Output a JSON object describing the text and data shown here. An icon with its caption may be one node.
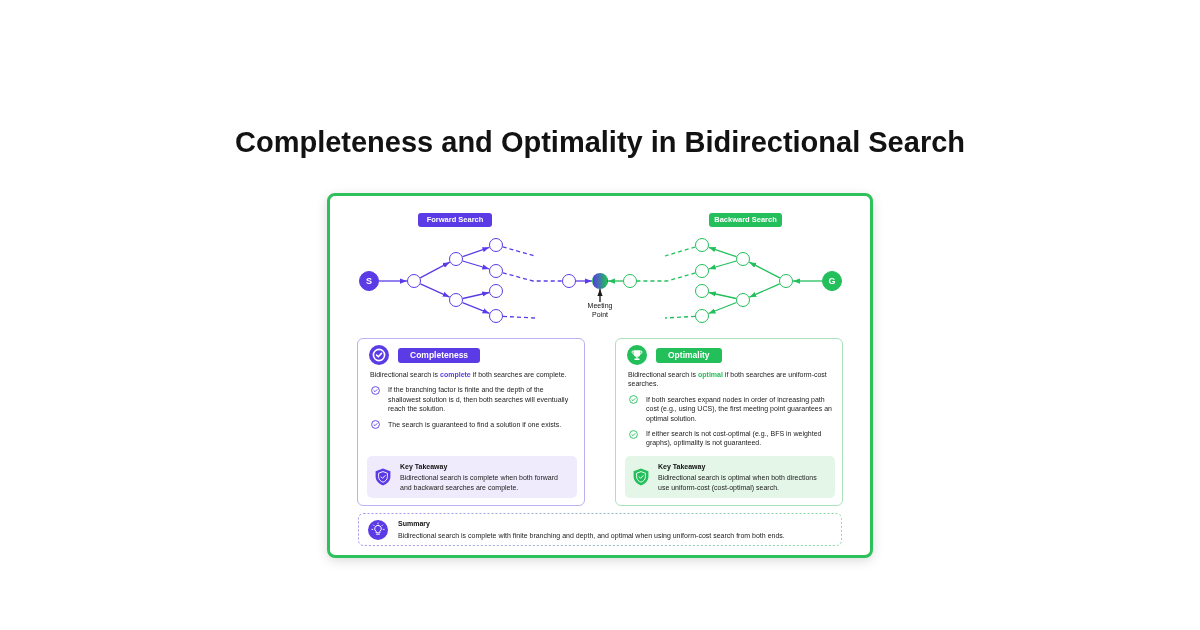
{
  "diagram": {
    "title": "Completeness and Optimality in Bidirectional Search",
    "nodes": [
      {
        "text": [
          "Forward Search"
        ]
      },
      {
        "text": [
          "Backward Search"
        ]
      },
      {
        "text": [
          "S"
        ]
      },
      {
        "text": [],
        "shape": "circle"
      },
      {
        "text": [],
        "shape": "circle"
      },
      {
        "text": [],
        "shape": "circle"
      },
      {
        "text": [],
        "shape": "circle"
      },
      {
        "text": [],
        "shape": "circle"
      },
      {
        "text": [],
        "shape": "circle"
      },
      {
        "text": [],
        "shape": "circle"
      },
      {
        "text": [],
        "shape": "circle"
      },
      {
        "text": [],
        "shape": "circle"
      },
      {
        "text": [
          "Meeting Point"
        ]
      },
      {
        "text": [],
        "shape": "circle"
      },
      {
        "text": [],
        "shape": "circle"
      },
      {
        "text": [],
        "shape": "circle"
      },
      {
        "text": [],
        "shape": "circle"
      },
      {
        "text": [],
        "shape": "circle"
      },
      {
        "text": [],
        "shape": "circle"
      },
      {
        "text": [],
        "shape": "circle"
      },
      {
        "text": [],
        "shape": "circle"
      },
      {
        "text": [
          "G"
        ]
      },
      {
        "text": [
          "Bidirectional search is **complete** if both searches are complete.",
          "If the branching factor is finite and the depth of the shallowest solution is d, then both searches will eventually reach the solution.",
          "The search is guaranteed to find a solution if one exists."
        ]
      },
      {
        "text": [
          "Completeness"
        ],
        "in": 22
      },
      {
        "text": [
          "Key Takeaway",
          "Bidirectional search is complete when both forward and backward searches are complete."
        ],
        "in": 22
      },
      {
        "text": [
          "Bidirectional search is **optimal** if both searches are uniform-cost searches.",
          "If both searches expand nodes in order of increasing path cost (e.g., using UCS), the first meeting point guarantees an optimal solution.",
          "If either search is not cost-optimal (e.g., BFS in weighted graphs), optimality is not guaranteed."
        ]
      },
      {
        "text": [
          "Optimality"
        ],
        "in": 25
      },
      {
        "text": [
          "Key Takeaway",
          "Bidirectional search is optimal when both directions use uniform-cost (cost-optimal) search."
        ],
        "in": 25
      },
      {
        "text": [
          "Summary",
          "Bidirectional search is complete with finite branching and depth, and optimal when using uniform-cost search from both ends."
        ]
      }
    ],
    "edges": [
      {
        "from": 2,
        "to": 3,
        "arrow": "to",
        "color": "#5b3be6"
      },
      {
        "from": 3,
        "to": 4,
        "arrow": "to",
        "color": "#5b3be6"
      },
      {
        "from": 3,
        "to": 5,
        "arrow": "to",
        "color": "#5b3be6"
      },
      {
        "from": 4,
        "to": 6,
        "arrow": "to",
        "color": "#5b3be6"
      },
      {
        "from": 4,
        "to": 7,
        "arrow": "to",
        "color": "#5b3be6"
      },
      {
        "from": 5,
        "to": 8,
        "arrow": "to",
        "color": "#5b3be6"
      },
      {
        "from": 5,
        "to": 9,
        "arrow": "to",
        "color": "#5b3be6"
      },
      {
        "from": 6,
        "to": null,
        "arrow": "none",
        "style": "dashed",
        "color": "#5b3be6"
      },
      {
        "from": 7,
        "to": 10,
        "arrow": "none",
        "style": "dashed",
        "color": "#5b3be6"
      },
      {
        "from": 9,
        "to": null,
        "arrow": "none",
        "style": "dashed",
        "color": "#5b3be6"
      },
      {
        "from": 10,
        "to": 11,
        "arrow": "to",
        "color": "#5b3be6"
      },
      {
        "from": 21,
        "to": 20,
        "arrow": "to",
        "color": "#22bf5b"
      },
      {
        "from": 20,
        "to": 18,
        "arrow": "to",
        "color": "#22bf5b"
      },
      {
        "from": 20,
        "to": 19,
        "arrow": "to",
        "color": "#22bf5b"
      },
      {
        "from": 18,
        "to": 14,
        "arrow": "to",
        "color": "#22bf5b"
      },
      {
        "from": 18,
        "to": 15,
        "arrow": "to",
        "color": "#22bf5b"
      },
      {
        "from": 19,
        "to": 16,
        "arrow": "to",
        "color": "#22bf5b"
      },
      {
        "from": 19,
        "to": 17,
        "arrow": "to",
        "color": "#22bf5b"
      },
      {
        "from": 14,
        "to": null,
        "arrow": "none",
        "style": "dashed",
        "color": "#22bf5b"
      },
      {
        "from": 15,
        "to": 13,
        "arrow": "none",
        "style": "dashed",
        "color": "#22bf5b"
      },
      {
        "from": 17,
        "to": null,
        "arrow": "none",
        "style": "dashed",
        "color": "#22bf5b"
      },
      {
        "from": 13,
        "to": 11,
        "arrow": "to",
        "color": "#22bf5b"
      },
      {
        "from": 12,
        "to": 11,
        "arrow": "to",
        "color": "#1a1a1a"
      }
    ]
  }
}
